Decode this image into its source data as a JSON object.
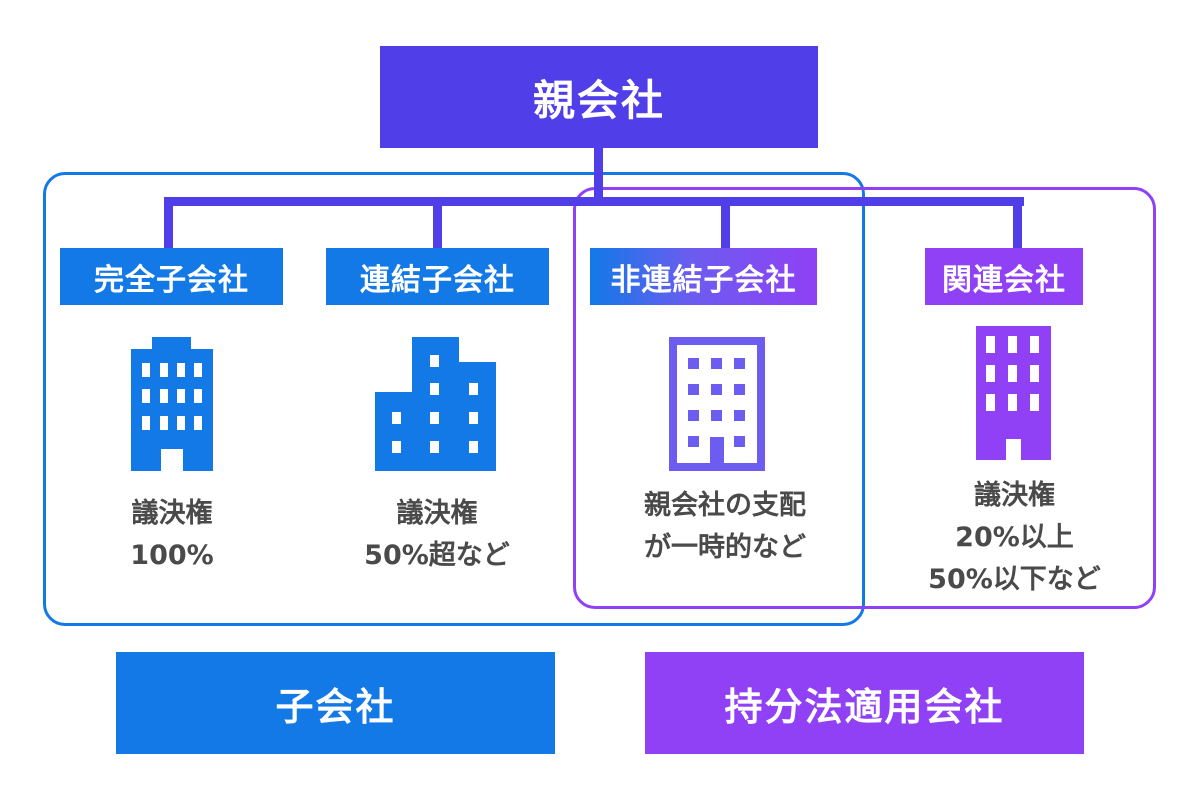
{
  "diagram": {
    "parent": {
      "label": "親会社",
      "color": "#503FE8"
    },
    "companies": [
      {
        "label": "完全子会社",
        "description": [
          "議決権",
          "100%"
        ],
        "color": "#1279E6",
        "icon": "office-building-icon"
      },
      {
        "label": "連結子会社",
        "description": [
          "議決権",
          "50%超など"
        ],
        "color": "#1279E6",
        "icon": "stepped-buildings-icon"
      },
      {
        "label": "非連結子会社",
        "description": [
          "親会社の支配",
          "が一時的など"
        ],
        "color": "#6C5CF0",
        "icon": "outlined-building-icon"
      },
      {
        "label": "関連会社",
        "description": [
          "議決権",
          "20%以上",
          "50%以下など"
        ],
        "color": "#9040F5",
        "icon": "building-icon"
      }
    ],
    "groups": [
      {
        "label": "子会社",
        "color": "#1279E6"
      },
      {
        "label": "持分法適用会社",
        "color": "#9040F5"
      }
    ]
  }
}
